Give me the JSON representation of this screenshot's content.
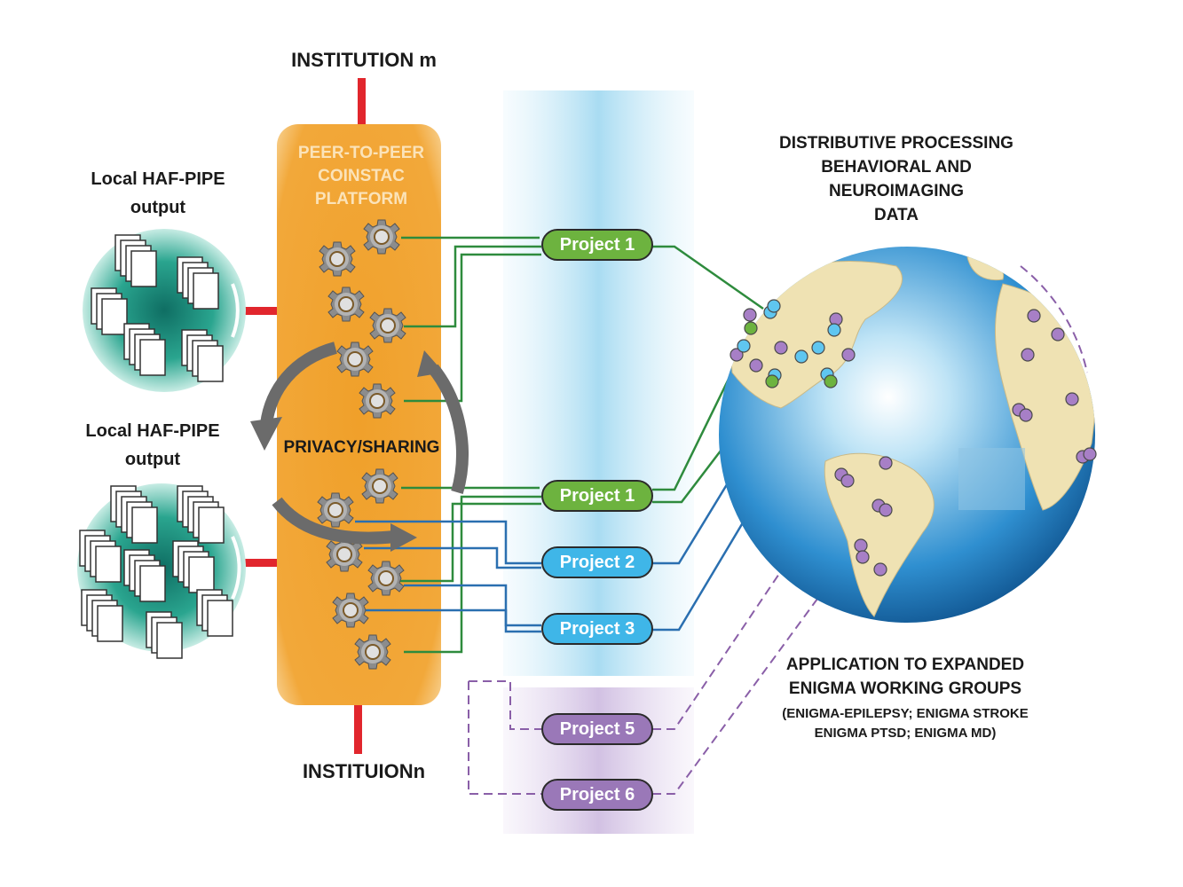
{
  "labels": {
    "institution_top": "INSTITUTION m",
    "institution_bottom": "INSTITUIONn",
    "platform_line1": "PEER-TO-PEER",
    "platform_line2": "COINSTAC",
    "platform_line3": "PLATFORM",
    "local_top_line1": "Local HAF-PIPE",
    "local_top_line2": "output",
    "local_bottom_line1": "Local HAF-PIPE",
    "local_bottom_line2": "output",
    "privacy": "PRIVACY/SHARING",
    "distributive_line1": "DISTRIBUTIVE PROCESSING",
    "distributive_line2": "BEHAVIORAL AND",
    "distributive_line3": "NEUROIMAGING",
    "distributive_line4": "DATA",
    "application_line1": "APPLICATION TO EXPANDED",
    "application_line2": "ENIGMA WORKING GROUPS",
    "application_line3": "(ENIGMA-EPILEPSY;  ENIGMA STROKE",
    "application_line4": "ENIGMA PTSD; ENIGMA MD)"
  },
  "projects": [
    {
      "label": "Project 1",
      "color": "#6db33f"
    },
    {
      "label": "Project 1",
      "color": "#6db33f"
    },
    {
      "label": "Project 2",
      "color": "#3fb6e8"
    },
    {
      "label": "Project 3",
      "color": "#3fb6e8"
    },
    {
      "label": "Project 5",
      "color": "#9a78b8"
    },
    {
      "label": "Project 6",
      "color": "#9a78b8"
    }
  ],
  "colors": {
    "platform_orange": "#f0a02a",
    "connector_red": "#e1262d",
    "line_green": "#2e8b3d",
    "line_blue": "#2a6fb0",
    "line_purple": "#8a5fa8",
    "ocean": "#2f8fd0",
    "land": "#efe2b3",
    "disk_teal": "#2aa58f",
    "arrow_gray": "#6b6b6b"
  },
  "icons": [
    "gear-icon",
    "document-stack-icon",
    "globe-icon",
    "circular-arrow-icon"
  ]
}
